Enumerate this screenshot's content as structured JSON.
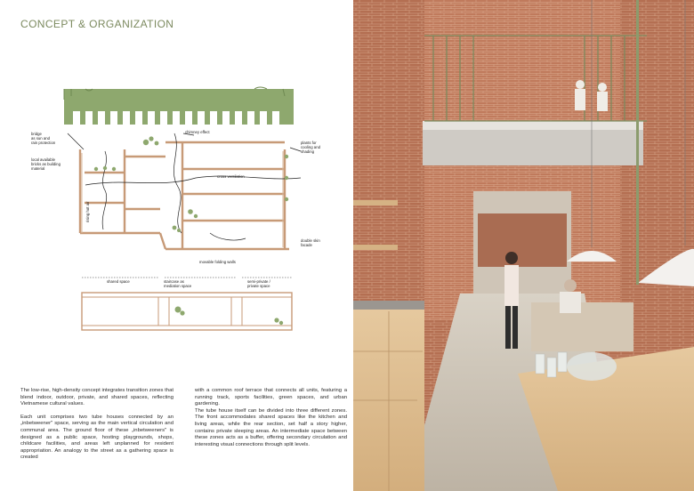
{
  "title": "CONCEPT & ORGANIZATION",
  "diagram_labels": {
    "bridge": "bridge\nas sun and\nrain protection",
    "bricks": "local available\nbricks as building\nmaterial",
    "chimney": "chimney effect",
    "plants": "plants for\ncooling and\nshading",
    "cross_ventilation": "cross ventilation",
    "rising_hot_air": "rising hot air",
    "double_skin": "double skin\nfacade",
    "folding_walls": "movable folding walls",
    "shared_space": "shared space",
    "staircase": "staircase as\nmediation space",
    "semi_private": "semi-private /\nprivate space"
  },
  "text": {
    "col1_p1": "The low-rise, high-density concept integrates transition zones that blend indoor, outdoor, private, and shared spaces, reflecting Vietnamese cultural values.",
    "col1_p2": "Each unit comprises two tube houses connected by an „inbetweener\" space, serving as the main vertical circulation and communal area. The ground floor of these „inbetweeners\" is designed as a public space, hosting playgrounds, shops, childcare facilities, and areas left unplanned for resident appropriation. An analogy to the street as a gathering space is created",
    "col2_p1": "with a common roof terrace that connects all units, featuring a running track, sports facilities, green spaces, and urban gardening.",
    "col2_p2": "The tube house itself can be divided into three different zones. The front accommodates shared spaces like the kitchen and living areas, while the rear section, set half a story higher, contains private sleeping areas. An intermediate space between these zones acts as a buffer, offering secondary circulation and interesting visual connections through split levels."
  },
  "colors": {
    "accent_green": "#7c8a5f",
    "roof_green": "#8ea86e",
    "floor_brown": "#c79a77",
    "brick": "#b46f52"
  }
}
